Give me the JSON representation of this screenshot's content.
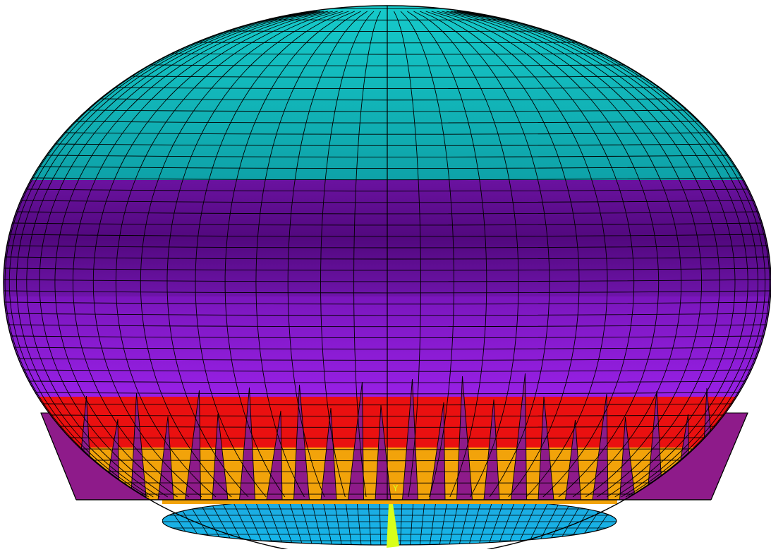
{
  "viewport": {
    "background": "#ffffff",
    "mesh_line_color": "#000000"
  },
  "model": {
    "shape": "ellipsoidal dome on truncated skirt, quadrilateral FE mesh",
    "bands_top_to_bottom": [
      {
        "name": "cap",
        "color": "#11c4c4"
      },
      {
        "name": "upper-belt",
        "color": "#5d0f8e"
      },
      {
        "name": "lower-belt",
        "color": "#8a18d4"
      },
      {
        "name": "red-band",
        "color": "#ea1010"
      },
      {
        "name": "orange-band",
        "color": "#f2a30a"
      },
      {
        "name": "skirt-spikes",
        "color": "#8e1b8a"
      },
      {
        "name": "base-ellipse",
        "color": "#19aee6"
      }
    ]
  },
  "triad": {
    "axis_label": "Y",
    "color": "#d8ff1a"
  }
}
